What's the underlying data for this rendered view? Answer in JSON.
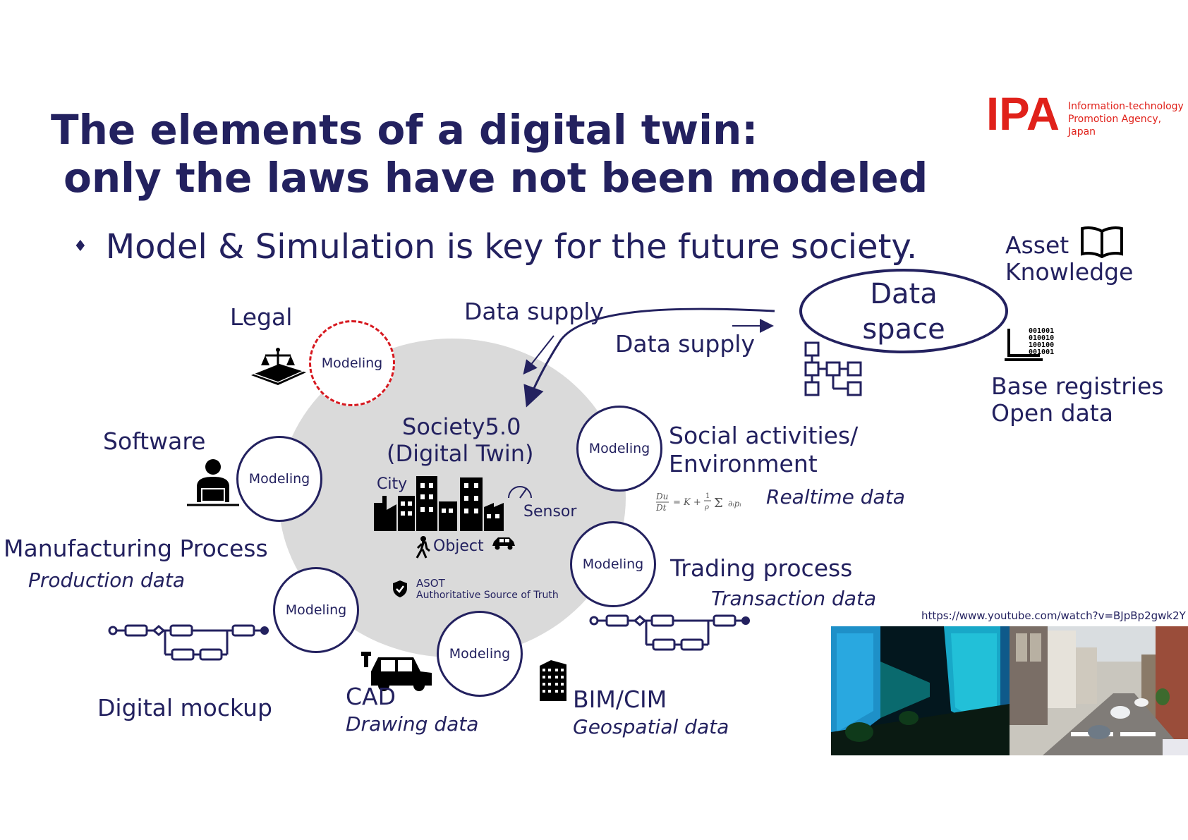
{
  "logo": {
    "mark": "IPA",
    "text": "Information-technology Promotion Agency, Japan"
  },
  "title": {
    "line1": "The elements of a digital twin:",
    "line2": "only the laws have not been modeled"
  },
  "bullet": {
    "marker": "♦",
    "text": "Model & Simulation is key for the future society."
  },
  "center": {
    "title_line1": "Society5.0",
    "title_line2": "(Digital Twin)",
    "city": "City",
    "sensor": "Sensor",
    "object": "Object",
    "asot": "ASOT",
    "asot_full": "Authoritative Source of Truth"
  },
  "modeling_label": "Modeling",
  "labels": {
    "legal": "Legal",
    "software": "Software",
    "manufacturing": "Manufacturing Process",
    "production_data": "Production data",
    "digital_mockup": "Digital mockup",
    "cad": "CAD",
    "drawing_data": "Drawing data",
    "bim": "BIM/CIM",
    "geospatial_data": "Geospatial data",
    "trading": "Trading process",
    "transaction_data": "Transaction data",
    "social_line1": "Social activities/",
    "social_line2": "Environment",
    "realtime_data": "Realtime data",
    "data_supply_1": "Data supply",
    "data_supply_2": "Data supply",
    "data_space_line1": "Data",
    "data_space_line2": "space",
    "asset": "Asset",
    "knowledge": "Knowledge",
    "base_registries": "Base registries",
    "open_data": "Open data",
    "video_url": "https://www.youtube.com/watch?v=BJpBp2gwk2Y"
  },
  "icons": [
    "legal-book-icon",
    "software-user-icon",
    "process-flow-icon",
    "car-icon",
    "building-icon",
    "city-icon",
    "sensor-gauge-icon",
    "pedestrian-icon",
    "shield-icon",
    "book-icon",
    "binary-laptop-icon",
    "network-grid-icon"
  ],
  "colors": {
    "navy": "#23215f",
    "ipa_red": "#e0211a",
    "legal_dash": "#d71920",
    "society_gray": "#dadada"
  }
}
